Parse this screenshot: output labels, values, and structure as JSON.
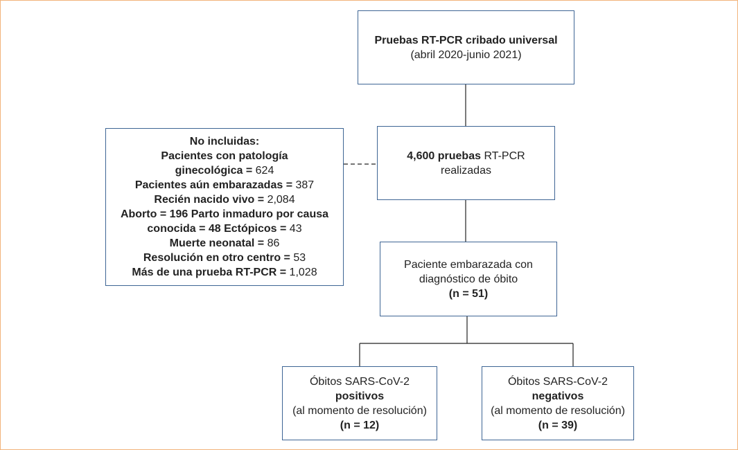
{
  "nodes": {
    "screening": {
      "title": "Pruebas RT-PCR cribado universal",
      "period": "(abril 2020-junio 2021)"
    },
    "tests": {
      "count": "4,600 pruebas",
      "line1_rest": " RT-PCR",
      "line2": "realizadas"
    },
    "excluded": {
      "title": "No incluidas:",
      "items": [
        {
          "label": "Pacientes con patología",
          "value": ""
        },
        {
          "label": "ginecológica = ",
          "value": "624"
        },
        {
          "label": "Pacientes aún embarazadas = ",
          "value": "387"
        },
        {
          "label": "Recién nacido vivo = ",
          "value": "2,084"
        },
        {
          "label": "Aborto = 196 Parto inmaduro por causa",
          "value": ""
        },
        {
          "label": "conocida = 48 Ectópicos = ",
          "value": "43"
        },
        {
          "label": "Muerte neonatal = ",
          "value": "86"
        },
        {
          "label": "Resolución en otro centro = ",
          "value": "53"
        },
        {
          "label": "Más de una prueba RT-PCR = ",
          "value": "1,028"
        }
      ]
    },
    "stillbirth": {
      "line1": "Paciente embarazada con",
      "line2": "diagnóstico de óbito",
      "n": "(n = 51)"
    },
    "positive": {
      "line1": "Óbitos SARS-CoV-2",
      "status": "positivos",
      "line3": "(al momento de resolución)",
      "n": "(n = 12)"
    },
    "negative": {
      "line1": "Óbitos SARS-CoV-2",
      "status": "negativos",
      "line3": "(al momento de resolución)",
      "n": "(n = 39)"
    }
  },
  "colors": {
    "box_border": "#3d6494",
    "connector": "#222222",
    "frame_border": "#f2b37a"
  }
}
